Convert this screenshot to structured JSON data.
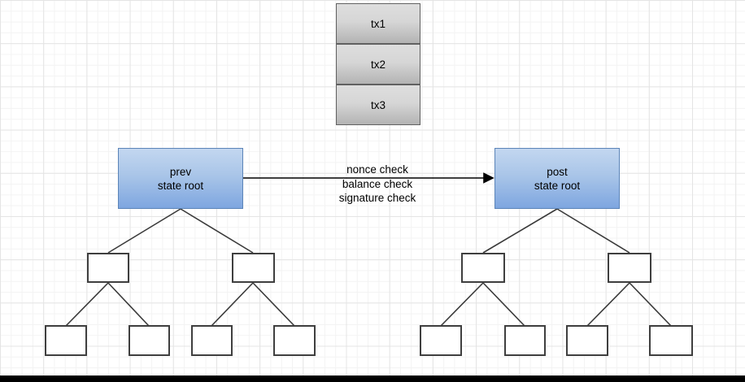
{
  "tx_stack": {
    "items": [
      {
        "label": "tx1"
      },
      {
        "label": "tx2"
      },
      {
        "label": "tx3"
      }
    ]
  },
  "prev_root": {
    "label": "prev\nstate root"
  },
  "post_root": {
    "label": "post\nstate root"
  },
  "transition": {
    "labels": [
      "nonce check",
      "balance check",
      "signature check"
    ]
  },
  "colors": {
    "tx_fill_top": "#dedede",
    "tx_fill_bottom": "#b3b3b3",
    "tx_border": "#616161",
    "state_fill_top": "#c3d7f0",
    "state_fill_bottom": "#7ea6e0",
    "state_border": "#5b84b8",
    "tree_node_fill": "#ffffff",
    "tree_node_border": "#3f3f3f",
    "arrow": "#000000",
    "grid_minor": "#f3f3f3",
    "grid_major": "#e4e4e4",
    "bottom_bar": "#000000"
  }
}
